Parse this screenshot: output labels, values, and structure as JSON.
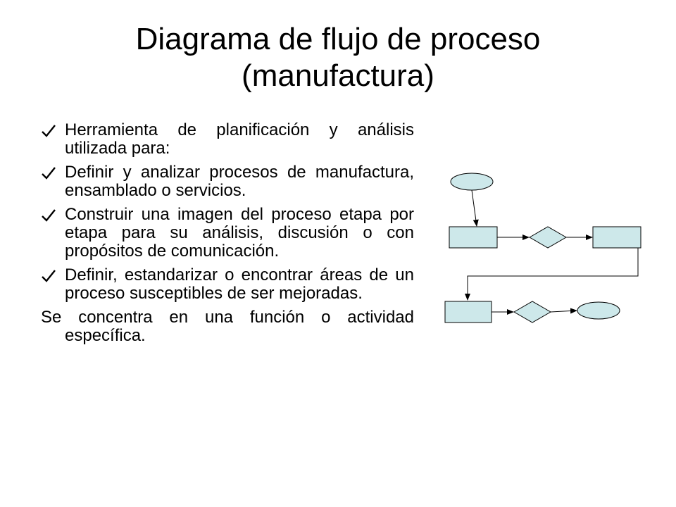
{
  "slide": {
    "title_line1": "Diagrama de flujo de proceso",
    "title_line2": "(manufactura)"
  },
  "bullets": [
    "Herramienta de planificación y análisis utilizada para:",
    "Definir y analizar procesos de manufactura, ensamblado o servicios.",
    "Construir una imagen del proceso etapa por etapa para su análisis, discusión o con propósitos de comunicación.",
    "Definir, estandarizar o encontrar áreas de un proceso susceptibles de ser mejoradas."
  ],
  "plain_text": "Se concentra en una función o actividad específica.",
  "icons": {
    "bullet": "checkmark-icon"
  },
  "colors": {
    "shape_fill": "#cde8ea",
    "shape_stroke": "#000000",
    "text": "#000000",
    "background": "#ffffff"
  }
}
